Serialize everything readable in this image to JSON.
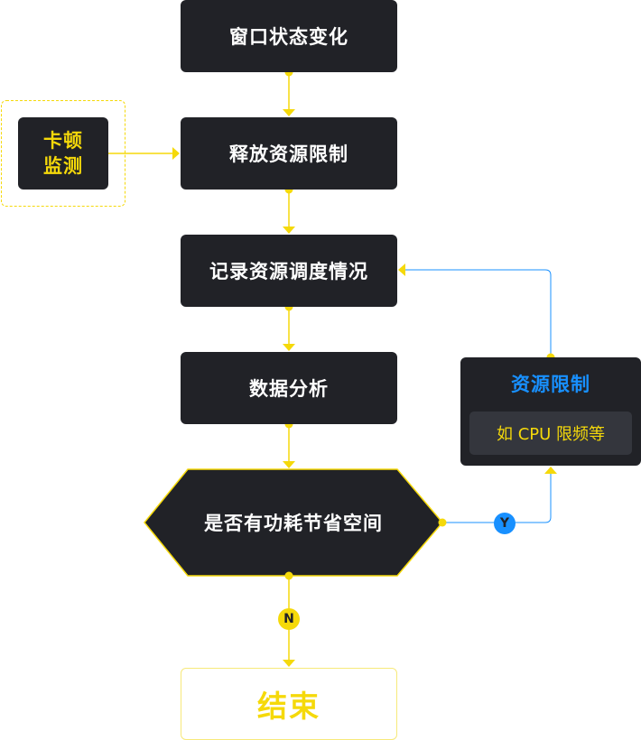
{
  "nodes": {
    "window_change": "窗口状态变化",
    "release_limits": "释放资源限制",
    "record_scheduling": "记录资源调度情况",
    "data_analysis": "数据分析",
    "decision": "是否有功耗节省空间",
    "end": "结束"
  },
  "lag_monitor": {
    "line1": "卡顿",
    "line2": "监测"
  },
  "resource_panel": {
    "title": "资源限制",
    "subtitle": "如 CPU 限频等"
  },
  "branches": {
    "yes": "Y",
    "no": "N"
  },
  "colors": {
    "box": "#212227",
    "accent_yellow": "#f5d90a",
    "accent_blue": "#1890ff",
    "text": "#ffffff"
  }
}
